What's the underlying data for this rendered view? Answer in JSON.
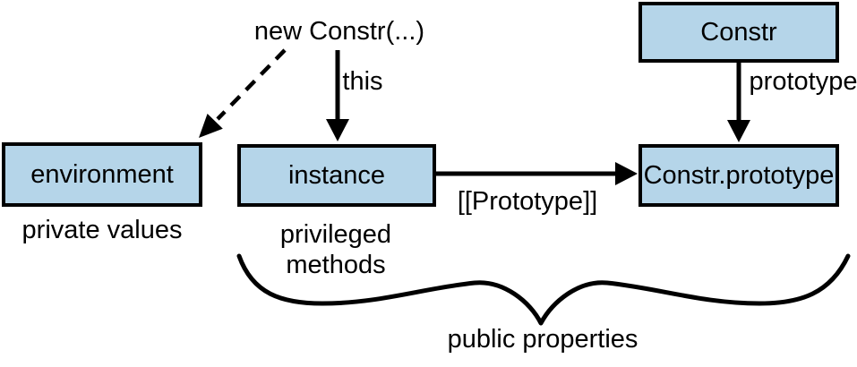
{
  "diagram": {
    "title_hint": "constructor instance prototype relationship",
    "colors": {
      "background": "#ffffff",
      "box_fill": "#b5d5e9",
      "box_border": "#000000",
      "line": "#000000",
      "text": "#000000"
    },
    "boxes": {
      "constr": {
        "label": "Constr"
      },
      "environment": {
        "label": "environment"
      },
      "instance": {
        "label": "instance"
      },
      "constr_prototype": {
        "label": "Constr.prototype"
      }
    },
    "labels": {
      "new_constr_call": "new Constr(...)",
      "this_edge": "this",
      "prototype_edge": "prototype",
      "private_values": "private values",
      "privileged_line1": "privileged",
      "privileged_line2": "methods",
      "internal_prototype_edge": "[[Prototype]]",
      "public_properties": "public properties"
    },
    "edges": [
      {
        "from": "new Constr(...)",
        "to": "environment",
        "style": "dashed-arrow"
      },
      {
        "from": "new Constr(...)",
        "to": "instance",
        "label": "this",
        "style": "solid-arrow"
      },
      {
        "from": "Constr",
        "to": "Constr.prototype",
        "label": "prototype",
        "style": "solid-arrow"
      },
      {
        "from": "instance",
        "to": "Constr.prototype",
        "label": "[[Prototype]]",
        "style": "solid-arrow"
      },
      {
        "group": [
          "instance",
          "Constr.prototype"
        ],
        "label": "public properties",
        "style": "underbrace"
      }
    ]
  }
}
